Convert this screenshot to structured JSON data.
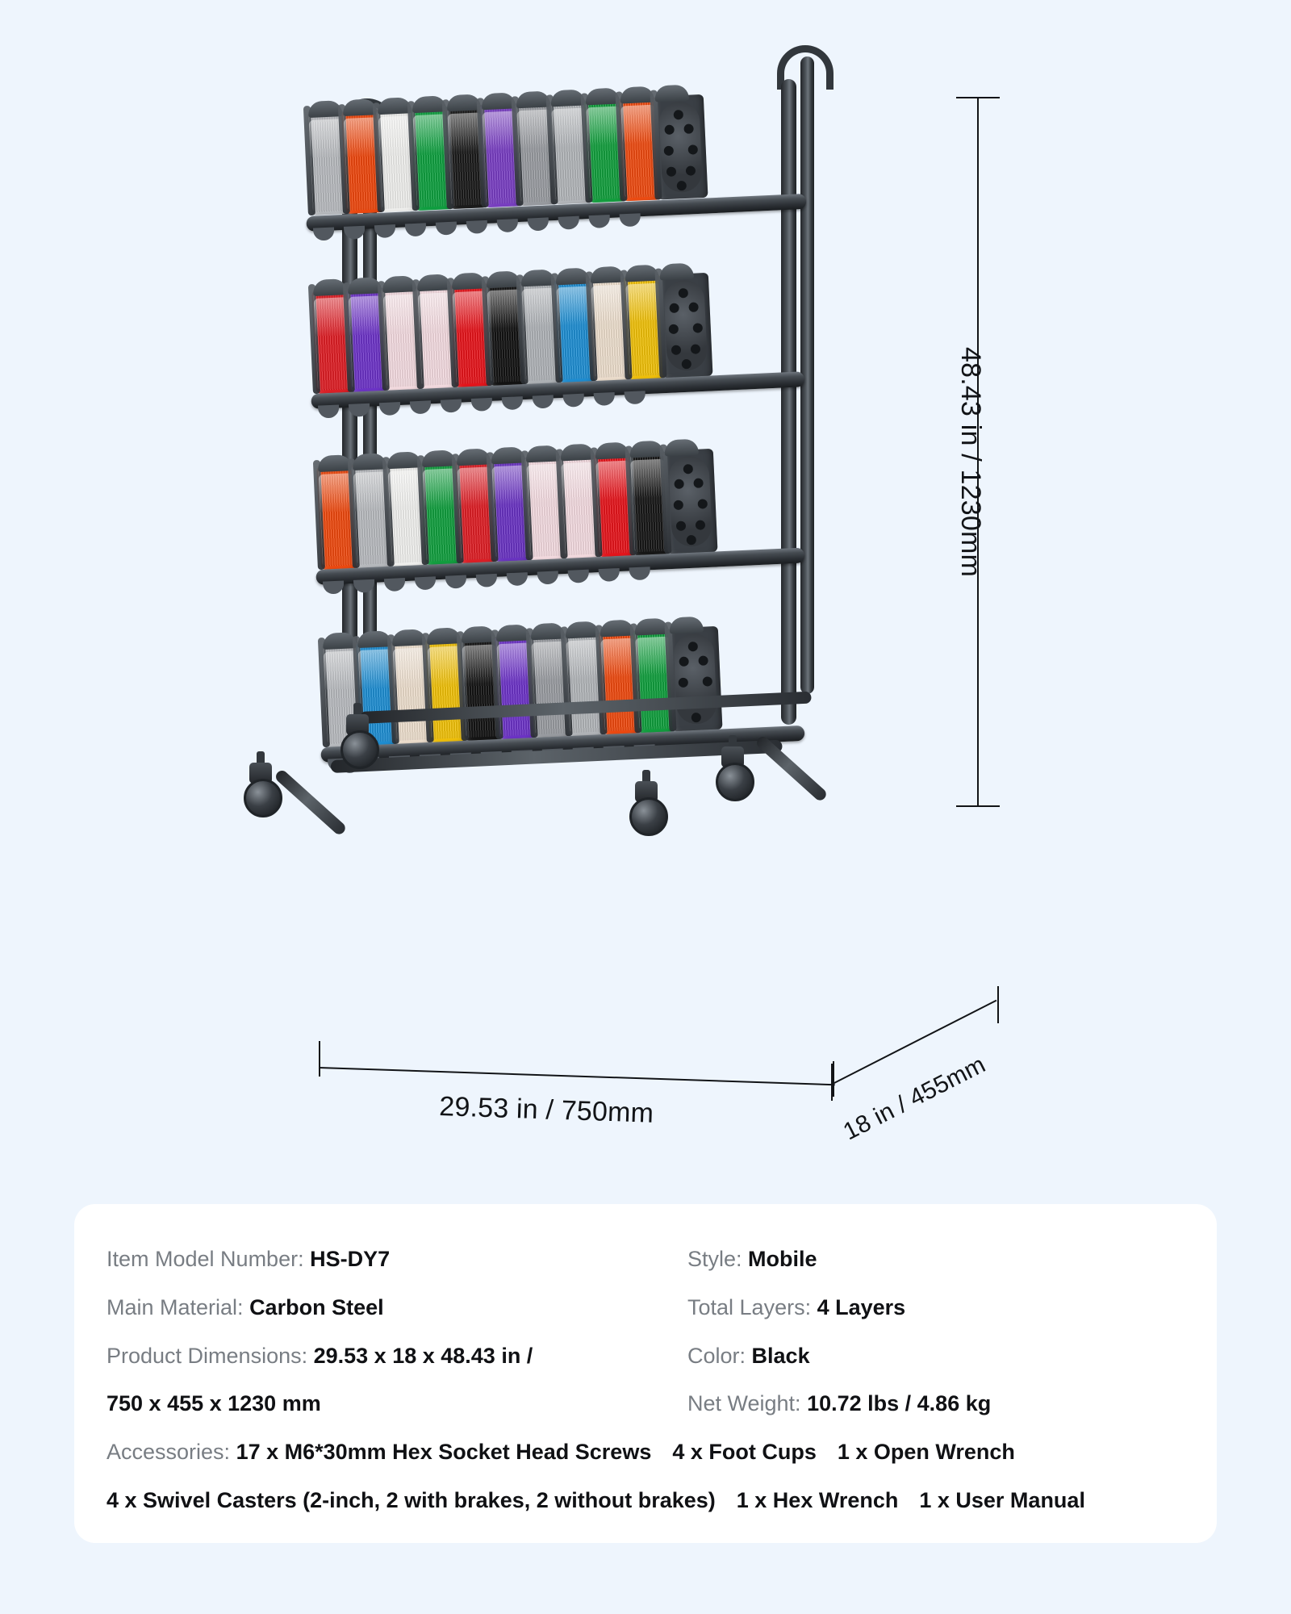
{
  "background_color": "#eef5fd",
  "card_color": "#ffffff",
  "product": {
    "name": "3D Printer Filament Storage Rack",
    "shelf_count": 4,
    "rows": [
      {
        "index": 1,
        "spool_colors": [
          "#b9bcc0",
          "#f0480e",
          "#f2f2f0",
          "#0fa140",
          "#1b1b1b",
          "#7a3fc4",
          "#9a9da2",
          "#b4b7bb",
          "#13a03e",
          "#f04c12",
          "#3a3f45"
        ]
      },
      {
        "index": 2,
        "spool_colors": [
          "#e01f26",
          "#6e34c9",
          "#f6dde2",
          "#f6dde2",
          "#e8151c",
          "#131313",
          "#b0b4b8",
          "#1f8fd4",
          "#efe0cf",
          "#f2c20a",
          "#3a3f45"
        ]
      },
      {
        "index": 3,
        "spool_colors": [
          "#f04a10",
          "#b9bcc0",
          "#f3f3f1",
          "#12a03f",
          "#e01f26",
          "#6b34c4",
          "#f6dde2",
          "#f6dde2",
          "#e8151c",
          "#171717",
          "#3a3f45"
        ]
      },
      {
        "index": 4,
        "spool_colors": [
          "#b9bcc0",
          "#1f8fd4",
          "#efe0cf",
          "#f2c20a",
          "#141414",
          "#6e34c9",
          "#9a9da2",
          "#b4b7bb",
          "#f04a10",
          "#11a03e",
          "#3a3f45"
        ]
      }
    ]
  },
  "dimensions": {
    "height_label": "48.43 in / 1230mm",
    "width_label": "29.53 in / 750mm",
    "depth_label": "18 in / 455mm"
  },
  "specs": {
    "left": [
      {
        "key": "Item Model Number: ",
        "value": "HS-DY7"
      },
      {
        "key": "Main Material: ",
        "value": "Carbon Steel"
      },
      {
        "key": "Product Dimensions: ",
        "value": "29.53 x 18 x 48.43 in /"
      }
    ],
    "right": [
      {
        "key": "Style: ",
        "value": "Mobile"
      },
      {
        "key": "Total Layers: ",
        "value": "4 Layers"
      },
      {
        "key": "Color: ",
        "value": "Black"
      }
    ],
    "dimensions_continued": " 750 x 455 x 1230 mm",
    "net_weight": {
      "key": "Net Weight: ",
      "value": "10.72 lbs / 4.86 kg"
    },
    "accessories_label": "Accessories: ",
    "accessories_line1": [
      "17 x M6*30mm Hex Socket Head Screws",
      "4 x Foot Cups",
      "1 x Open Wrench"
    ],
    "accessories_line2": [
      "4 x Swivel Casters (2-inch, 2 with brakes, 2 without brakes)",
      "1 x Hex Wrench",
      "1 x User Manual"
    ]
  }
}
